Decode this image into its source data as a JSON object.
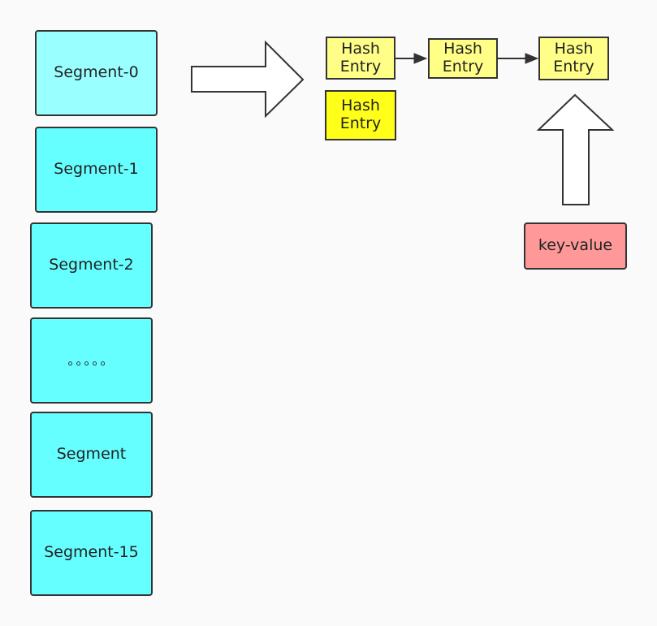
{
  "segments": [
    {
      "label": "Segment-0"
    },
    {
      "label": "Segment-1"
    },
    {
      "label": "Segment-2"
    },
    {
      "label": "。。。。。"
    },
    {
      "label": "Segment"
    },
    {
      "label": "Segment-15"
    }
  ],
  "hash_entries": [
    {
      "label": "Hash\nEntry"
    },
    {
      "label": "Hash\nEntry"
    },
    {
      "label": "Hash\nEntry"
    },
    {
      "label": "Hash\nEntry"
    }
  ],
  "key_value": {
    "label": "key-value"
  },
  "colors": {
    "background": "#fafafa",
    "segment_fill": "#66ffff",
    "segment_first_fill": "#99ffff",
    "entry_fill": "#ffff88",
    "entry_alt_fill": "#ffff1a",
    "key_value_fill": "#ff9999",
    "stroke": "#333333"
  }
}
